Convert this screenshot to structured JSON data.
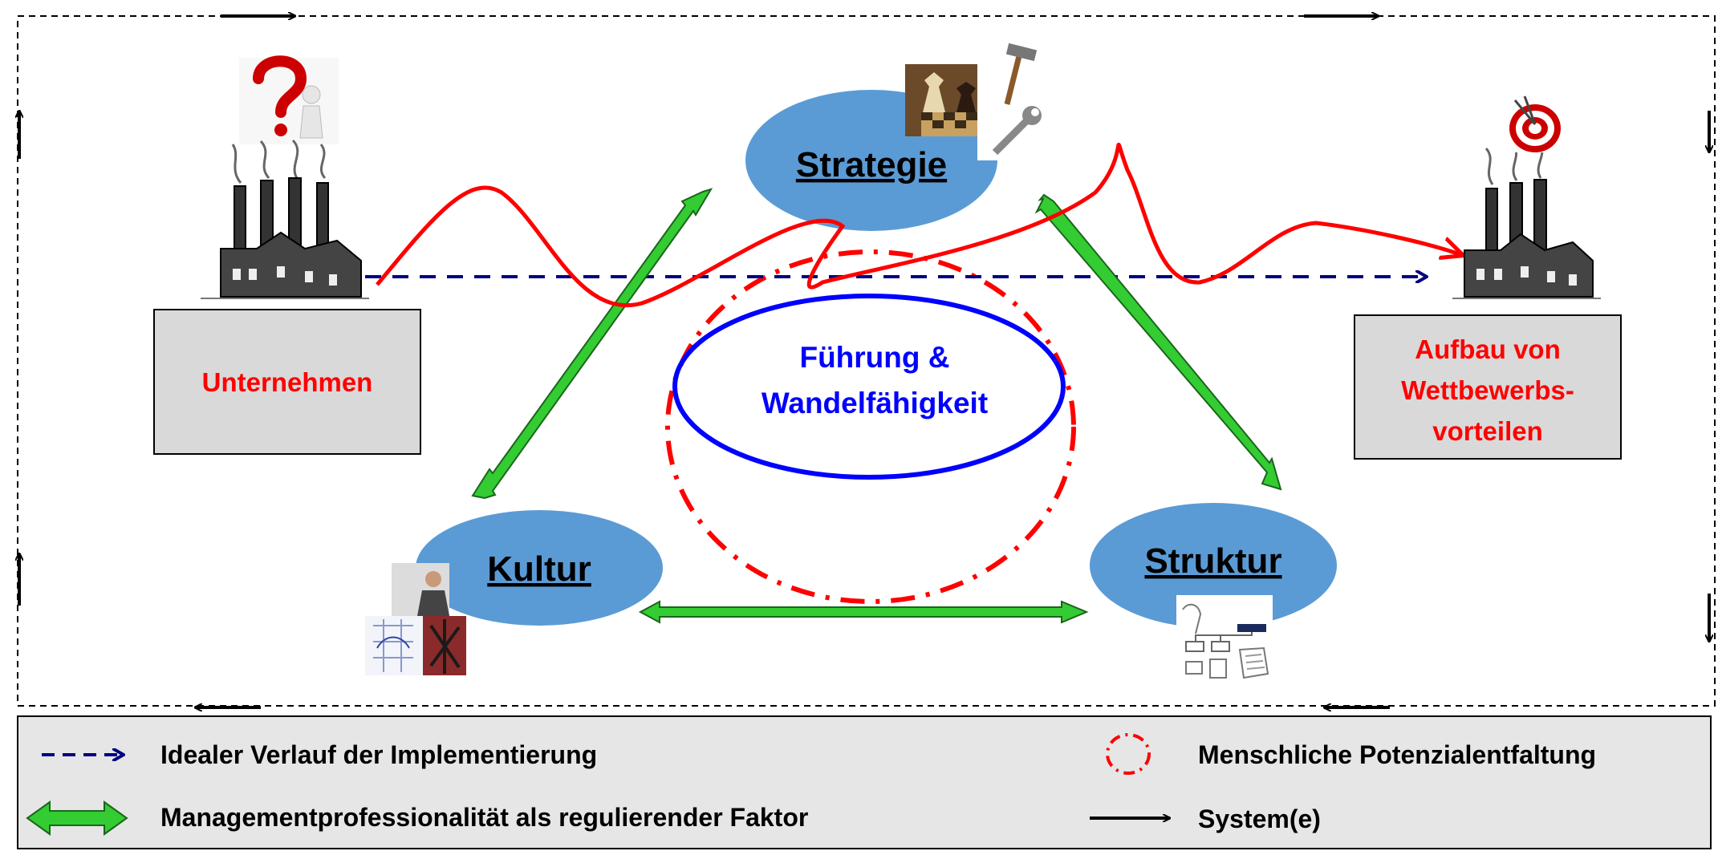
{
  "nodes": {
    "strategie": "Strategie",
    "kultur": "Kultur",
    "struktur": "Struktur",
    "center_line1": "Führung &",
    "center_line2": "Wandelfähigkeit"
  },
  "boxes": {
    "left": "Unternehmen",
    "right_line1": "Aufbau von",
    "right_line2": "Wettbewerbs-",
    "right_line3": "vorteilen"
  },
  "legend": {
    "ideal": "Idealer Verlauf der Implementierung",
    "management": "Managementprofessionalität als regulierender Faktor",
    "potential": "Menschliche Potenzialentfaltung",
    "system": "System(e)"
  },
  "icons": {
    "question": "question-mark-figure-icon",
    "factory": "factory-icon",
    "chess": "chess-tools-icon",
    "target": "target-icon",
    "people": "people-collage-icon",
    "org": "org-chart-sketch-icon"
  },
  "colors": {
    "ellipse_fill": "#5b9bd5",
    "center_ring": "#0000ff",
    "potential_ring": "#ff0000",
    "red_text": "#ff0000",
    "blue_text": "#0000ff",
    "green_arrow": "#33cc33",
    "ideal_line": "#000080",
    "box_fill": "#d9d9d9",
    "legend_fill": "#e6e6e6"
  }
}
